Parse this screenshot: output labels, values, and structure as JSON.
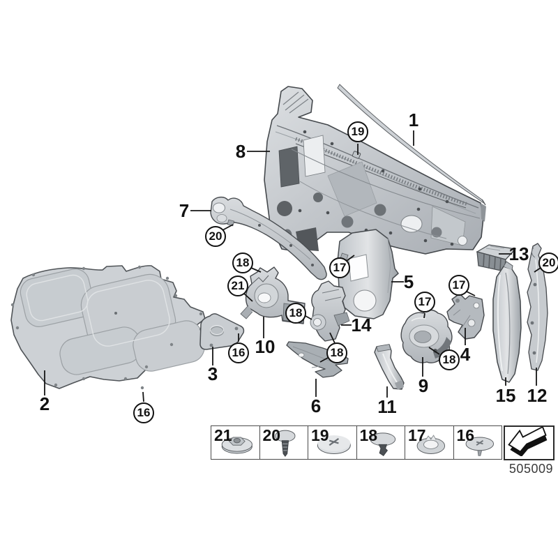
{
  "figure": {
    "code": "505009"
  },
  "colors": {
    "line": "#1a1a1a",
    "metal_light": "#d6d9dc",
    "metal_mid": "#aeb3b8",
    "metal_dark": "#70757a",
    "background": "#ffffff"
  },
  "callouts": {
    "plain": [
      {
        "text": "1"
      },
      {
        "text": "2"
      },
      {
        "text": "3"
      },
      {
        "text": "4"
      },
      {
        "text": "5"
      },
      {
        "text": "6"
      },
      {
        "text": "7"
      },
      {
        "text": "8"
      },
      {
        "text": "9"
      },
      {
        "text": "10"
      },
      {
        "text": "11"
      },
      {
        "text": "12"
      },
      {
        "text": "13"
      },
      {
        "text": "14"
      },
      {
        "text": "15"
      }
    ],
    "circled": [
      {
        "text": "19"
      },
      {
        "text": "20"
      },
      {
        "text": "18"
      },
      {
        "text": "21"
      },
      {
        "text": "17"
      },
      {
        "text": "18"
      },
      {
        "text": "16"
      },
      {
        "text": "16"
      },
      {
        "text": "17"
      },
      {
        "text": "18"
      },
      {
        "text": "18"
      },
      {
        "text": "17"
      },
      {
        "text": "20"
      }
    ]
  },
  "legend": {
    "items": [
      {
        "label": "21",
        "icon": "hex-nut-washer-icon"
      },
      {
        "label": "20",
        "icon": "dome-head-screw-icon"
      },
      {
        "label": "19",
        "icon": "phillips-dome-washer-icon"
      },
      {
        "label": "18",
        "icon": "expansion-rivet-icon"
      },
      {
        "label": "17",
        "icon": "spring-ring-clip-icon"
      },
      {
        "label": "16",
        "icon": "dome-pin-clip-icon"
      }
    ],
    "arrow_icon": "page-direction-arrow-icon"
  }
}
